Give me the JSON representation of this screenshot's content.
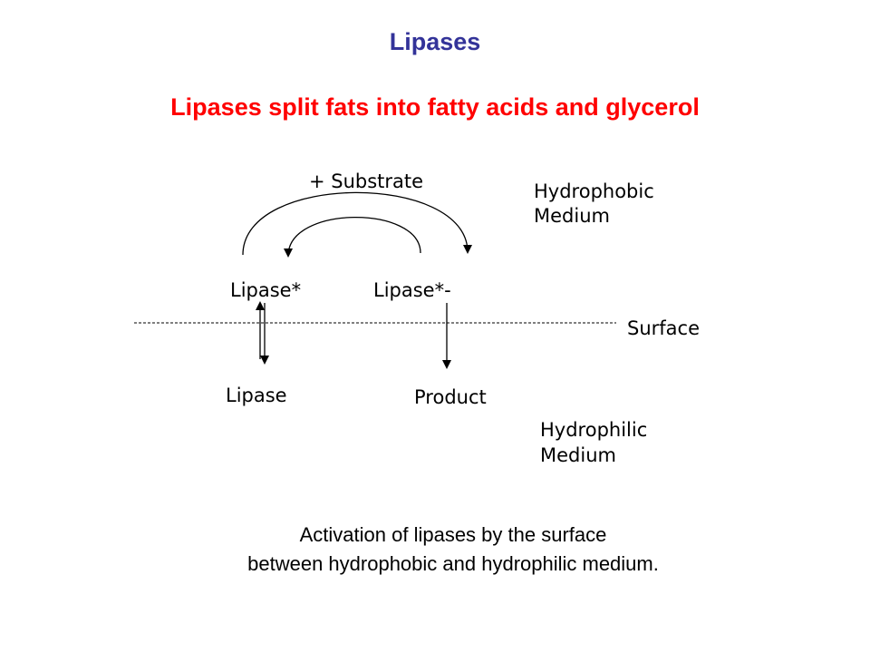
{
  "colors": {
    "title": "#333399",
    "subtitle": "#ff0000",
    "text": "#000000"
  },
  "title": "Lipases",
  "subtitle": "Lipases split fats into fatty acids and glycerol",
  "diagram": {
    "substrate": "+ Substrate",
    "hydrophobic_line1": "Hydrophobic",
    "hydrophobic_line2": "Medium",
    "lipase_active": "Lipase*",
    "lipase_complex": "Lipase*-",
    "surface": "Surface",
    "lipase": "Lipase",
    "product": "Product",
    "hydrophilic_line1": "Hydrophilic",
    "hydrophilic_line2": "Medium"
  },
  "caption": {
    "line1": "Activation of lipases by the surface",
    "line2": "between hydrophobic and hydrophilic medium."
  }
}
